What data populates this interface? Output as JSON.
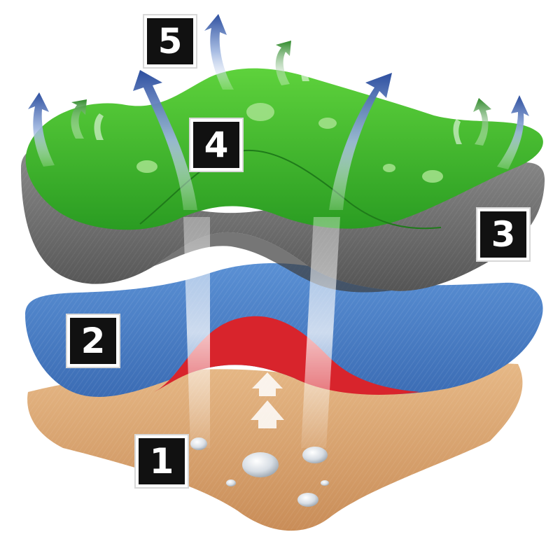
{
  "layers": [
    {
      "label": "1",
      "name": "skin-layer",
      "color": "#d6a06e"
    },
    {
      "label": "2",
      "name": "blue-layer",
      "color": "#4a7fc4"
    },
    {
      "label": "3",
      "name": "gray-layer",
      "color": "#6e6e6e"
    },
    {
      "label": "4",
      "name": "green-layer",
      "color": "#36b82a"
    },
    {
      "label": "5",
      "name": "vapor-arrows",
      "color": "#3b5fb0"
    }
  ],
  "accent_red": "#d8242c",
  "icons": [
    "arrow-up-icon",
    "water-drop-icon"
  ]
}
